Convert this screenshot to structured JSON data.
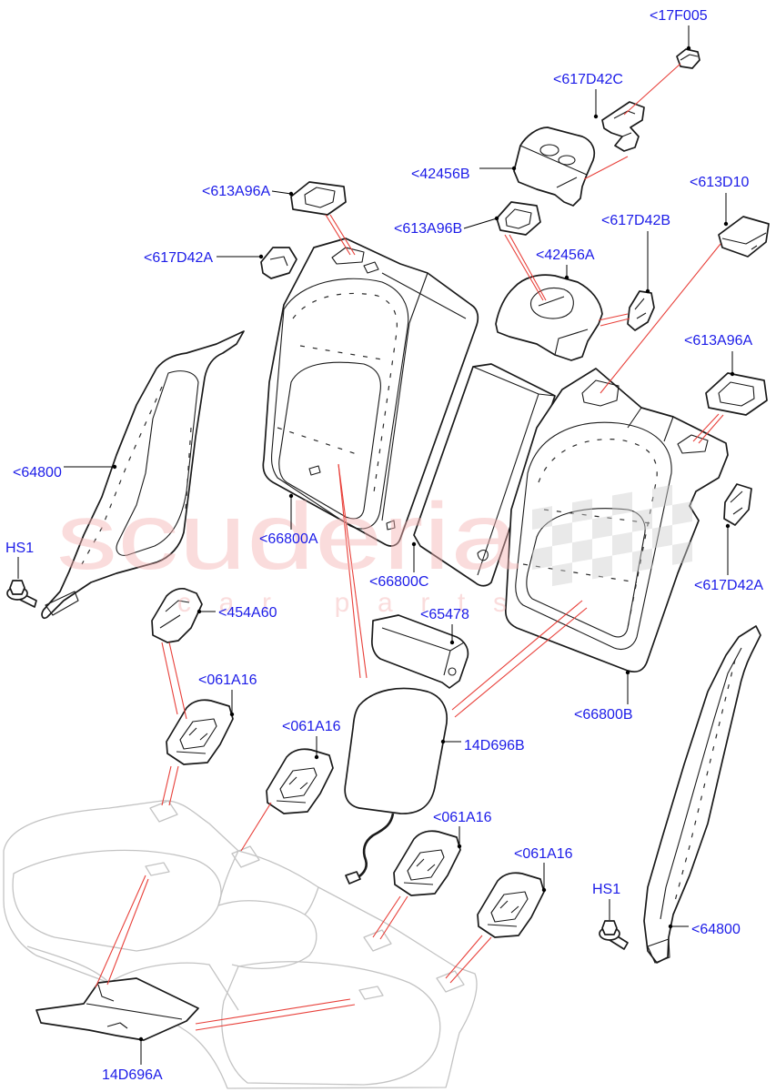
{
  "callouts": [
    "<17F005",
    "<617D42C",
    "<42456B",
    "<613A96A",
    "<613A96B",
    "<617D42B",
    "<613D10",
    "<617D42A",
    "<42456A",
    "<613A96A",
    "<64800",
    "HS1",
    "<66800A",
    "<66800C",
    "<617D42A",
    "<454A60",
    "<65478",
    "<061A16",
    "<66800B",
    "<061A16",
    "14D696B",
    "<061A16",
    "<061A16",
    "HS1",
    "<64800",
    "14D696A"
  ],
  "watermark": {
    "brand": "scuderia",
    "tagline": "car parts"
  },
  "colors": {
    "callout_text": "#1c1ce8",
    "leader_line": "#000000",
    "assembly_line": "#e8403a",
    "cushion_outline": "#c3c3c3",
    "watermark": "#f6b3b3"
  }
}
